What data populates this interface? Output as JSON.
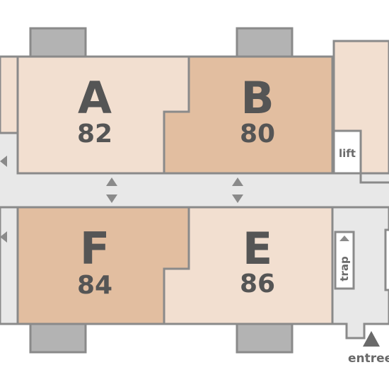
{
  "units": [
    {
      "letter": "A",
      "area": "82"
    },
    {
      "letter": "B",
      "area": "80"
    },
    {
      "letter": "F",
      "area": "84"
    },
    {
      "letter": "E",
      "area": "86"
    }
  ],
  "labels": {
    "lift": "lift",
    "trap": "trap",
    "entrance": "entree"
  },
  "colors": {
    "unit_light": "#f2dfd0",
    "unit_dark": "#e2bea0",
    "corridor": "#e8e8e8",
    "wall": "#8a8a8a",
    "balcony": "#b3b3b3",
    "text": "#555555"
  }
}
